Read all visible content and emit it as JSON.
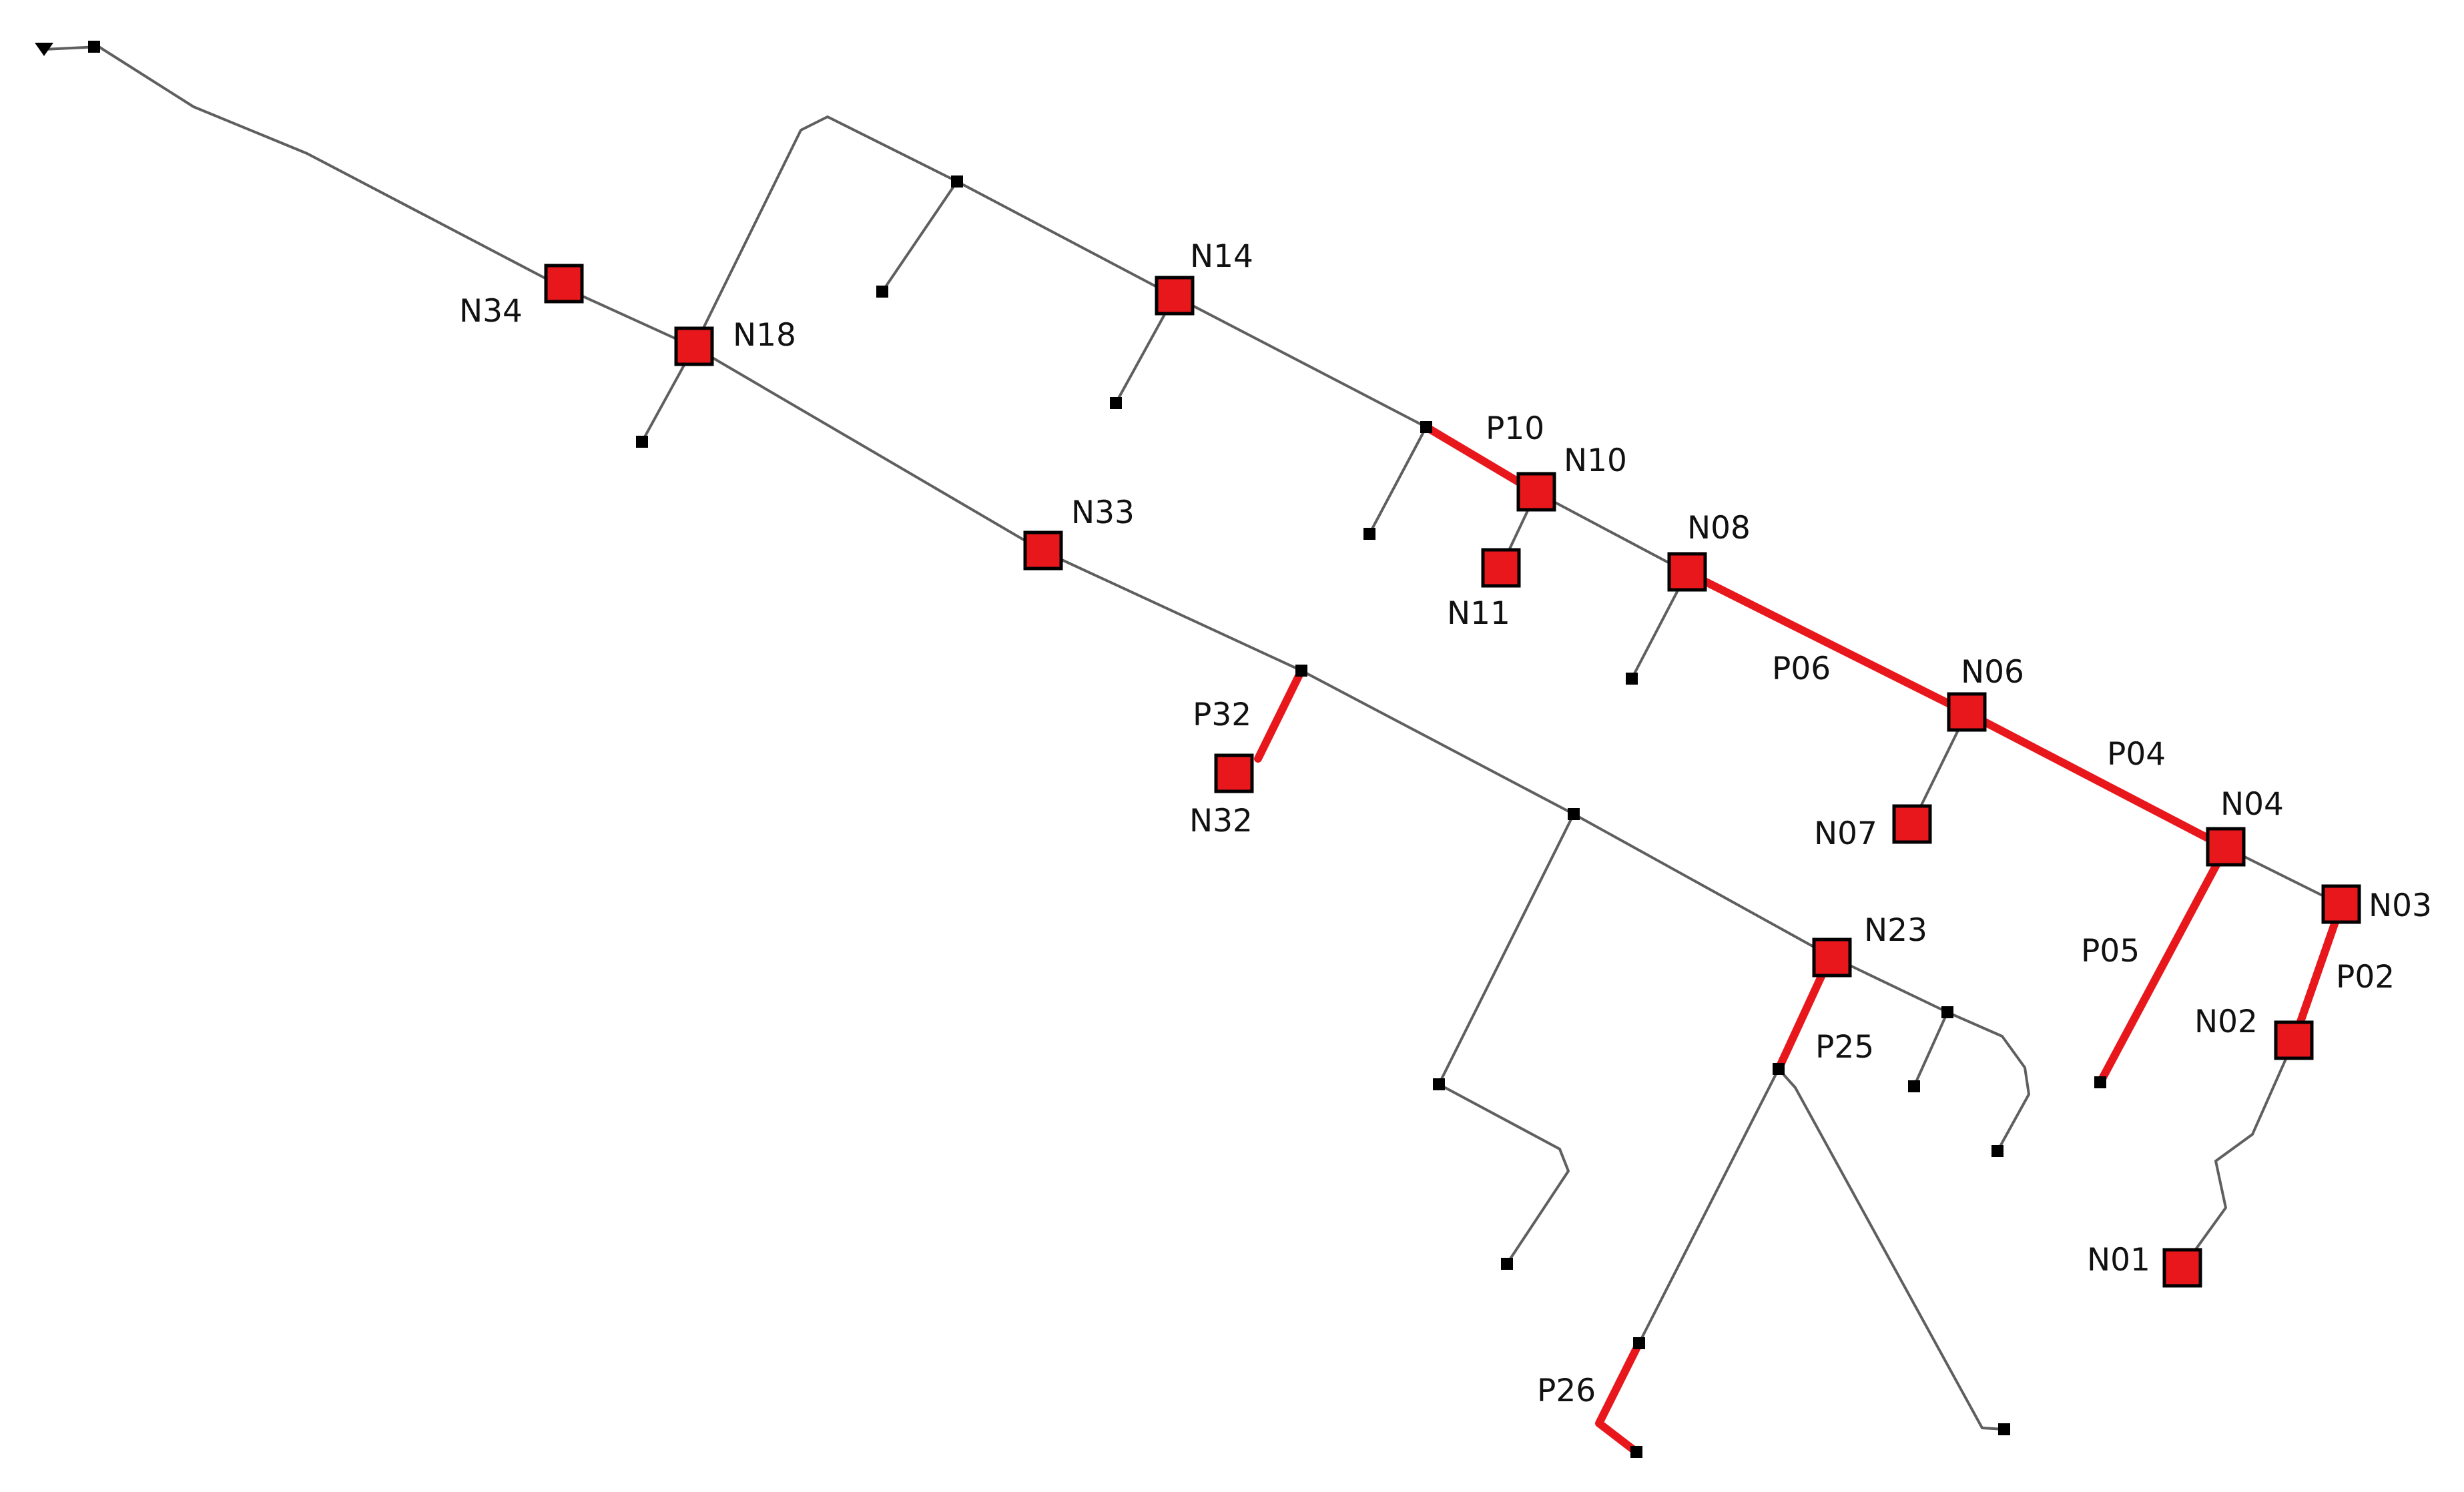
{
  "network": {
    "highlight_color": "#e8171c",
    "pipe_color": "#5f5f5f",
    "junction_color": "#000000",
    "node_labels": {
      "N01": "N01",
      "N02": "N02",
      "N03": "N03",
      "N04": "N04",
      "N06": "N06",
      "N07": "N07",
      "N08": "N08",
      "N10": "N10",
      "N11": "N11",
      "N14": "N14",
      "N18": "N18",
      "N23": "N23",
      "N32": "N32",
      "N33": "N33",
      "N34": "N34"
    },
    "pipe_labels": {
      "P02": "P02",
      "P04": "P04",
      "P05": "P05",
      "P06": "P06",
      "P10": "P10",
      "P25": "P25",
      "P26": "P26",
      "P32": "P32"
    },
    "source_icon": "reservoir-triangle-icon"
  }
}
